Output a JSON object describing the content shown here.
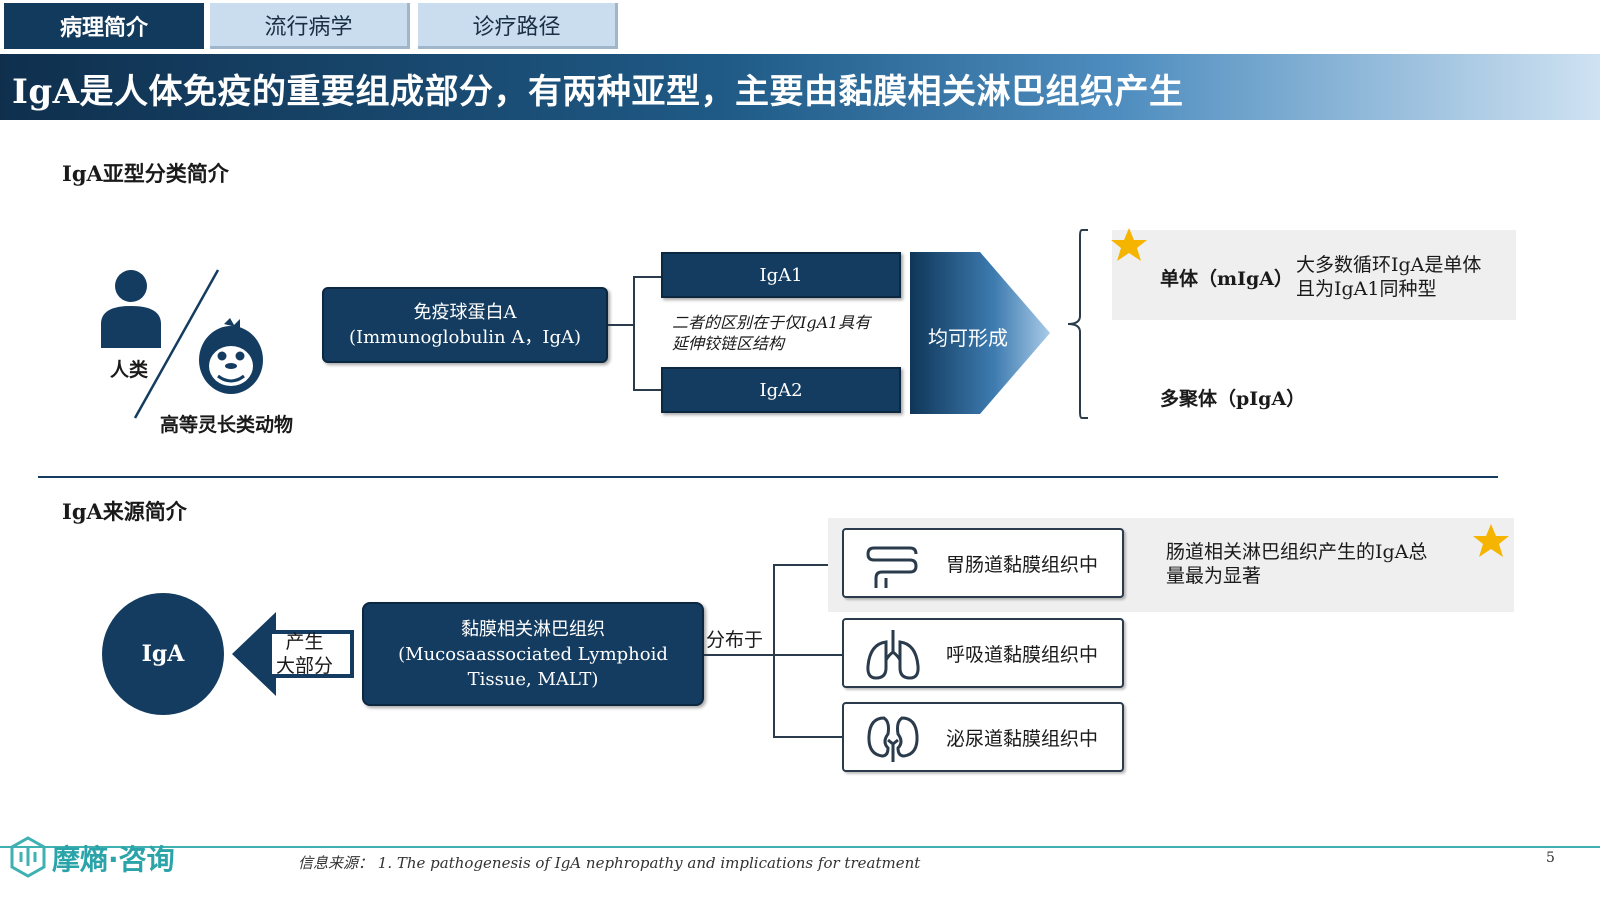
{
  "tabs": [
    {
      "label": "病理简介",
      "active": true
    },
    {
      "label": "流行病学",
      "active": false
    },
    {
      "label": "诊疗路径",
      "active": false
    }
  ],
  "title": "IgA是人体免疫的重要组成部分，有两种亚型，主要由黏膜相关淋巴组织产生",
  "section1": {
    "label": "IgA亚型分类简介",
    "species": {
      "human": "人类",
      "primate": "高等灵长类动物"
    },
    "igA_box": {
      "line1": "免疫球蛋白A",
      "line2": "(Immunoglobulin A，IgA)"
    },
    "igA1": "IgA1",
    "igA2": "IgA2",
    "difference_note": {
      "line1": "二者的区别在于仅IgA1具有",
      "line2": "延伸铰链区结构"
    },
    "arrow_label": "均可形成",
    "monomer": {
      "label": "单体（mIgA）",
      "desc_line1": "大多数循环IgA是单体",
      "desc_line2": "且为IgA1同种型"
    },
    "polymer": {
      "label": "多聚体（pIgA）"
    }
  },
  "section2": {
    "label": "IgA来源简介",
    "iga_circle": "IgA",
    "arrow_text": {
      "line1": "产生",
      "line2": "大部分"
    },
    "malt_box": {
      "line1": "黏膜相关淋巴组织",
      "line2": "(Mucosaassociated Lymphoid",
      "line3": "Tissue, MALT)"
    },
    "distributed": "分布于",
    "tissues": [
      {
        "label": "胃肠道黏膜组织中",
        "icon": "intestine-icon"
      },
      {
        "label": "呼吸道黏膜组织中",
        "icon": "lungs-icon"
      },
      {
        "label": "泌尿道黏膜组织中",
        "icon": "kidneys-icon"
      }
    ],
    "gut_note": {
      "line1": "肠道相关淋巴组织产生的IgA总",
      "line2": "量最为显著"
    }
  },
  "footer": {
    "logo_text": "摩熵·咨询",
    "source_prefix": "信息来源：",
    "source_text": "1. The pathogenesis of IgA nephropathy and implications for treatment",
    "page_number": "5"
  },
  "colors": {
    "navy": "#143c60",
    "star": "#f5b400",
    "teal": "#3fb1b3"
  }
}
